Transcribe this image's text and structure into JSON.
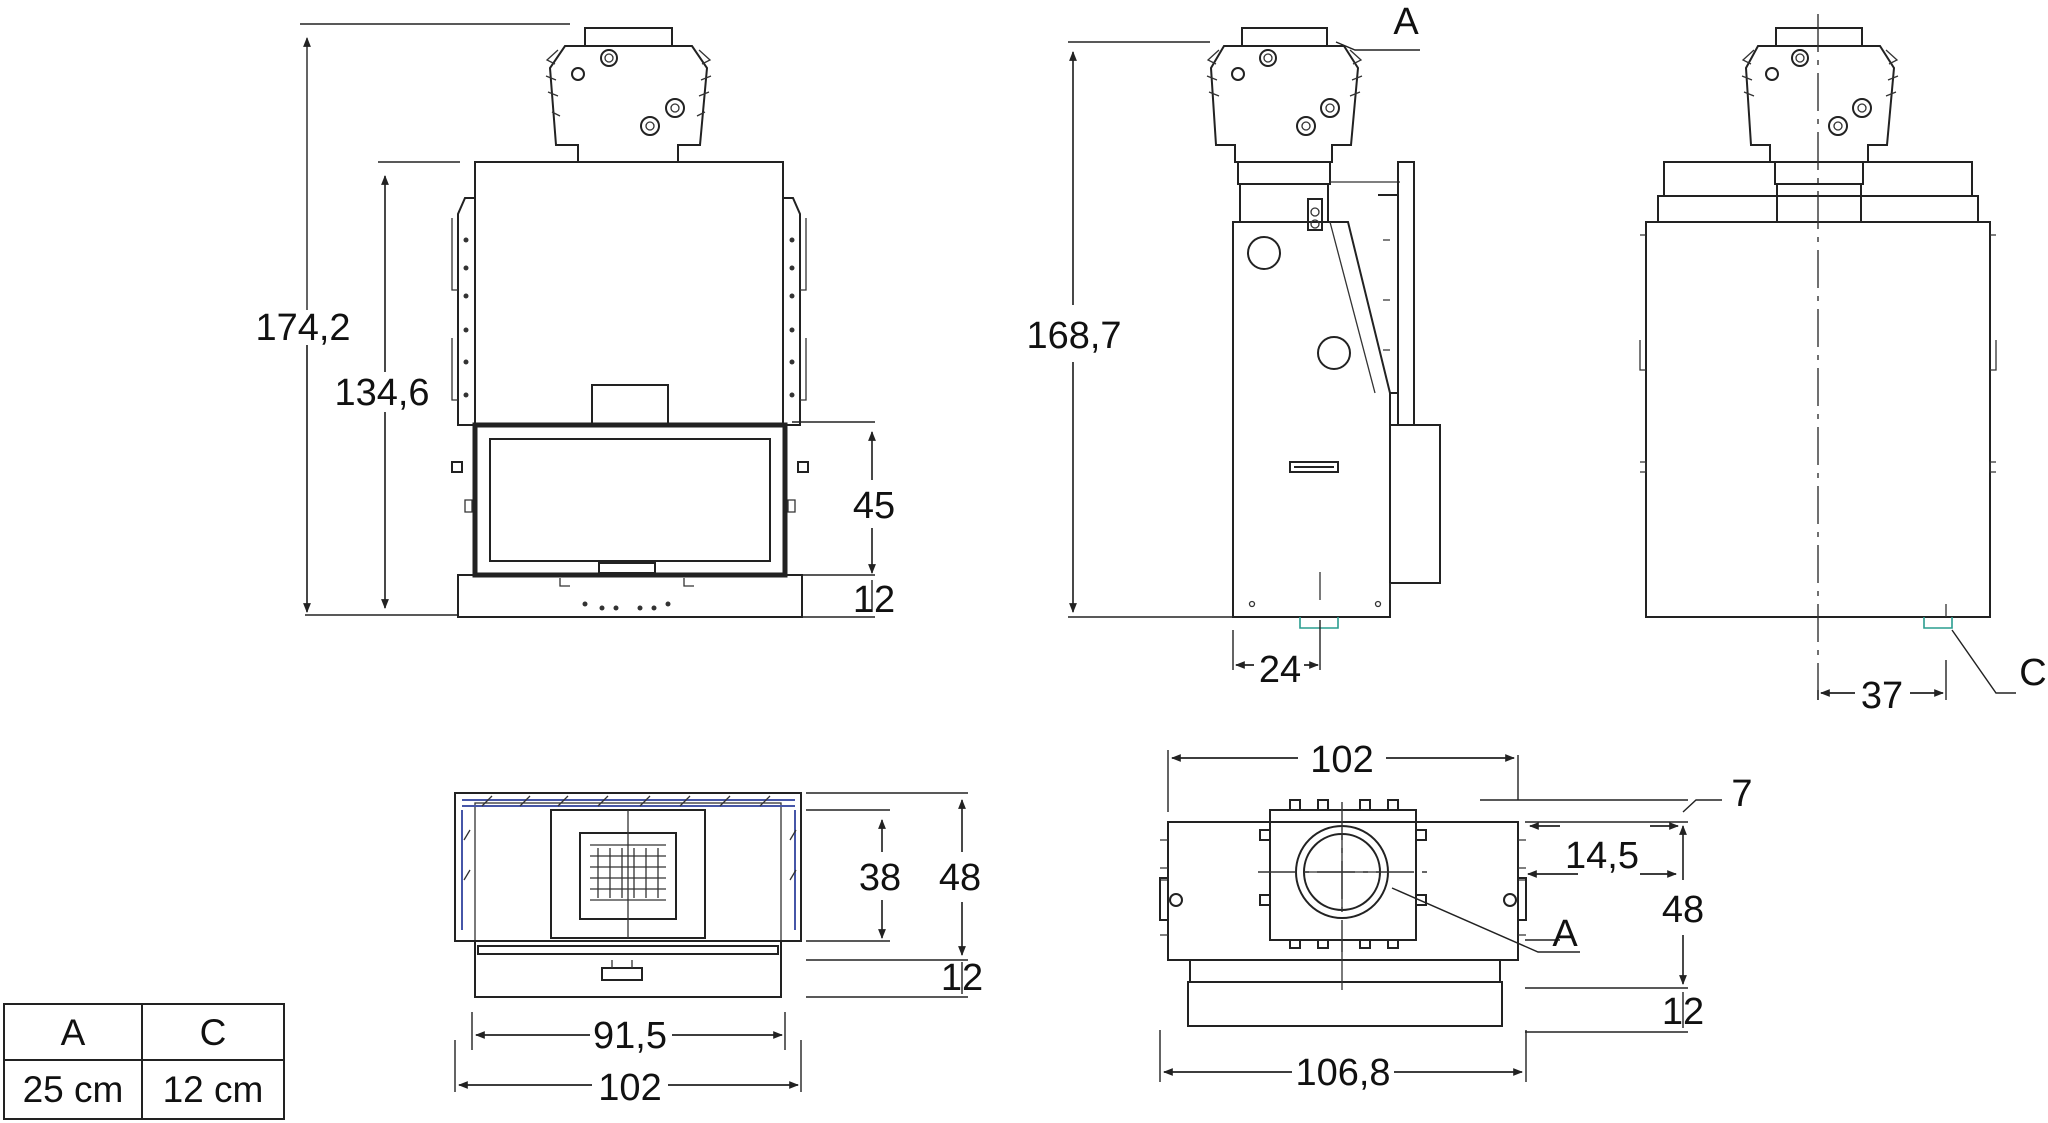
{
  "dimensions": {
    "front": {
      "total_height": "174,2",
      "body_height": "134,6",
      "door_height": "45",
      "base_height": "12"
    },
    "side": {
      "height": "168,7",
      "offset": "24",
      "label_a": "A"
    },
    "back": {
      "offset": "37",
      "label_c": "C"
    },
    "top_left": {
      "inner_depth": "38",
      "depth": "48",
      "front": "12",
      "inner_width": "91,5",
      "width": "102"
    },
    "top_right": {
      "width": "102",
      "edge": "7",
      "offset": "14,5",
      "depth": "48",
      "front": "12",
      "overall_width": "106,8",
      "label_a": "A"
    }
  },
  "legend": {
    "headers": [
      "A",
      "C"
    ],
    "values": [
      "25 cm",
      "12 cm"
    ]
  }
}
